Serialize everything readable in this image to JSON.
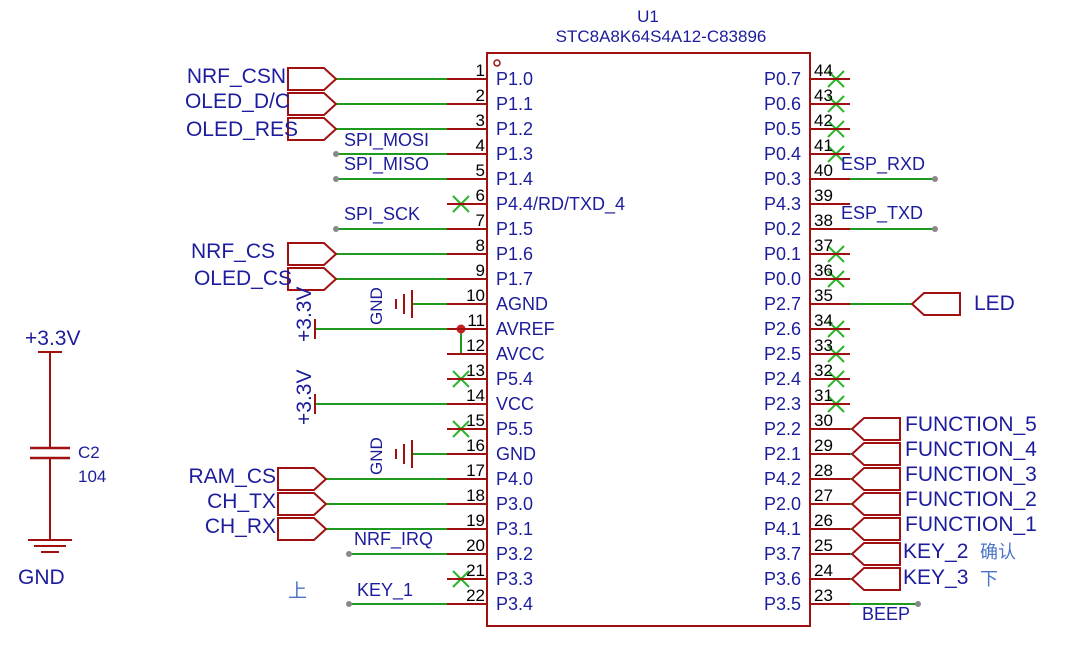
{
  "colors": {
    "wire": "#1f9a1f",
    "component": "#a01010",
    "label": "#1c1c9c",
    "pin_number": "#000000",
    "noconnect": "#2ab52a",
    "junction": "#c81e1e",
    "terminal": "#888888",
    "cjk_text": "#4a74c8"
  },
  "chip": {
    "designator": "U1",
    "part_number": "STC8A8K64S4A12-C83896",
    "left_pins": [
      {
        "num": "1",
        "name": "P1.0"
      },
      {
        "num": "2",
        "name": "P1.1"
      },
      {
        "num": "3",
        "name": "P1.2"
      },
      {
        "num": "4",
        "name": "P1.3"
      },
      {
        "num": "5",
        "name": "P1.4"
      },
      {
        "num": "6",
        "name": "P4.4/RD/TXD_4"
      },
      {
        "num": "7",
        "name": "P1.5"
      },
      {
        "num": "8",
        "name": "P1.6"
      },
      {
        "num": "9",
        "name": "P1.7"
      },
      {
        "num": "10",
        "name": "AGND"
      },
      {
        "num": "11",
        "name": "AVREF"
      },
      {
        "num": "12",
        "name": "AVCC"
      },
      {
        "num": "13",
        "name": "P5.4"
      },
      {
        "num": "14",
        "name": "VCC"
      },
      {
        "num": "15",
        "name": "P5.5"
      },
      {
        "num": "16",
        "name": "GND"
      },
      {
        "num": "17",
        "name": "P4.0"
      },
      {
        "num": "18",
        "name": "P3.0"
      },
      {
        "num": "19",
        "name": "P3.1"
      },
      {
        "num": "20",
        "name": "P3.2"
      },
      {
        "num": "21",
        "name": "P3.3"
      },
      {
        "num": "22",
        "name": "P3.4"
      }
    ],
    "right_pins": [
      {
        "num": "44",
        "name": "P0.7"
      },
      {
        "num": "43",
        "name": "P0.6"
      },
      {
        "num": "42",
        "name": "P0.5"
      },
      {
        "num": "41",
        "name": "P0.4"
      },
      {
        "num": "40",
        "name": "P0.3"
      },
      {
        "num": "39",
        "name": "P4.3"
      },
      {
        "num": "38",
        "name": "P0.2"
      },
      {
        "num": "37",
        "name": "P0.1"
      },
      {
        "num": "36",
        "name": "P0.0"
      },
      {
        "num": "35",
        "name": "P2.7"
      },
      {
        "num": "34",
        "name": "P2.6"
      },
      {
        "num": "33",
        "name": "P2.5"
      },
      {
        "num": "32",
        "name": "P2.4"
      },
      {
        "num": "31",
        "name": "P2.3"
      },
      {
        "num": "30",
        "name": "P2.2"
      },
      {
        "num": "29",
        "name": "P2.1"
      },
      {
        "num": "28",
        "name": "P4.2"
      },
      {
        "num": "27",
        "name": "P2.0"
      },
      {
        "num": "26",
        "name": "P4.1"
      },
      {
        "num": "25",
        "name": "P3.7"
      },
      {
        "num": "24",
        "name": "P3.6"
      },
      {
        "num": "23",
        "name": "P3.5"
      }
    ]
  },
  "net_labels": {
    "nrf_csn": "NRF_CSN",
    "oled_dc": "OLED_D/C",
    "oled_res": "OLED_RES",
    "spi_mosi": "SPI_MOSI",
    "spi_miso": "SPI_MISO",
    "spi_sck": "SPI_SCK",
    "nrf_cs": "NRF_CS",
    "oled_cs": "OLED_CS",
    "gnd_a": "GND",
    "gnd_b": "GND",
    "v33_a": "+3.3V",
    "v33_b": "+3.3V",
    "ram_cs": "RAM_CS",
    "ch_tx": "CH_TX",
    "ch_rx": "CH_RX",
    "nrf_irq": "NRF_IRQ",
    "key_1": "KEY_1",
    "key_1_cn": "上",
    "esp_rxd": "ESP_RXD",
    "esp_txd": "ESP_TXD",
    "led": "LED",
    "function_5": "FUNCTION_5",
    "function_4": "FUNCTION_4",
    "function_3": "FUNCTION_3",
    "function_2": "FUNCTION_2",
    "function_1": "FUNCTION_1",
    "key_2": "KEY_2",
    "key_2_cn": "确认",
    "key_3": "KEY_3",
    "key_3_cn": "下",
    "beep": "BEEP"
  },
  "capacitor": {
    "power_label": "+3.3V",
    "designator": "C2",
    "value": "104",
    "gnd_label": "GND"
  }
}
